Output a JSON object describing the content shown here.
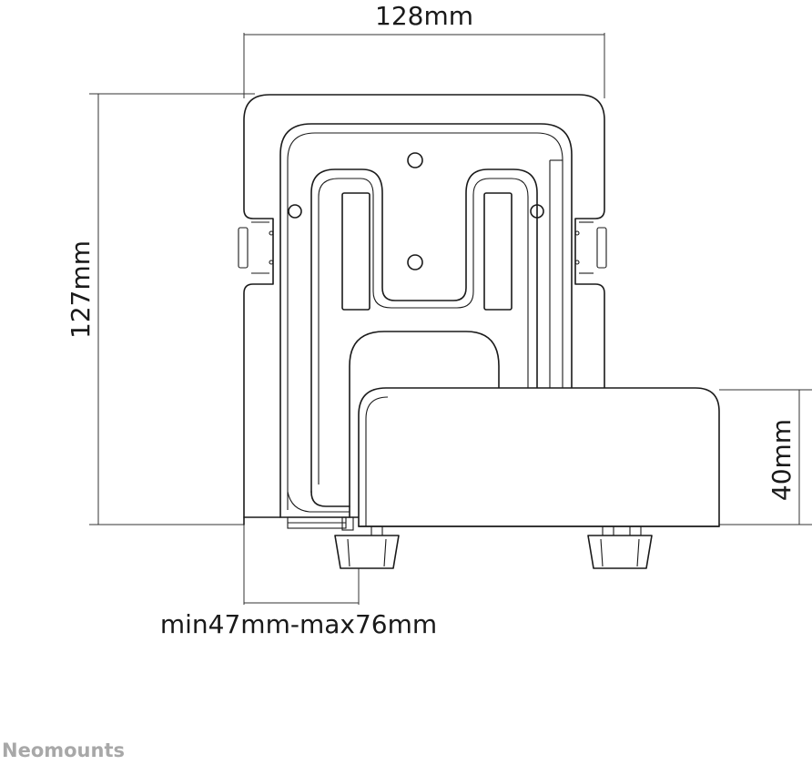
{
  "dimensions": {
    "width": "128mm",
    "height": "127mm",
    "depth": "40mm",
    "gap": "min47mm-max76mm"
  },
  "brand": "Neomounts",
  "colors": {
    "line": "#1a1a1a",
    "brand": "#a8a8a8",
    "background": "#ffffff"
  }
}
